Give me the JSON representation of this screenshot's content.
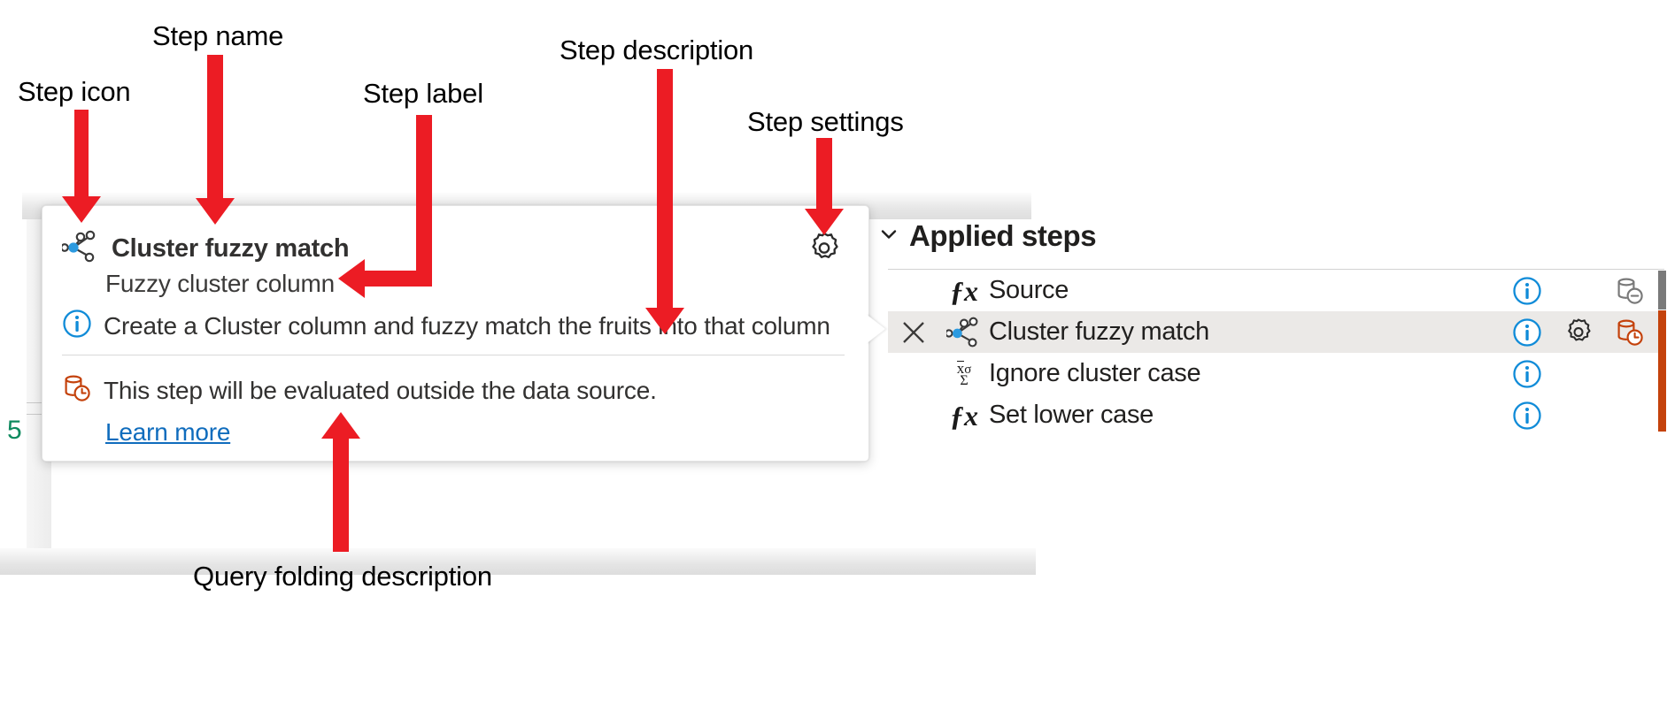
{
  "annotations": [
    {
      "id": "step-icon",
      "label": "Step icon"
    },
    {
      "id": "step-name",
      "label": "Step name"
    },
    {
      "id": "step-label",
      "label": "Step label"
    },
    {
      "id": "step-description",
      "label": "Step description"
    },
    {
      "id": "step-settings",
      "label": "Step settings"
    },
    {
      "id": "query-folding-description",
      "label": "Query folding description"
    }
  ],
  "callout": {
    "step_icon_name": "cluster-fuzzy-match-icon",
    "title": "Cluster fuzzy match",
    "sublabel": "Fuzzy cluster column",
    "description_icon": "info-icon",
    "description": "Create a Cluster column and fuzzy match the fruits into that column",
    "folding_icon": "database-clock-icon",
    "folding_text": "This step will be evaluated outside the data source.",
    "learn_more": "Learn more",
    "settings_icon": "gear-icon"
  },
  "applied_steps": {
    "chevron_icon": "chevron-down-icon",
    "title": "Applied steps",
    "rows": [
      {
        "icon": "fx-icon",
        "label": "Source",
        "selected": false,
        "has_delete": false,
        "has_info": true,
        "has_gear": false,
        "folding_icon": "database-minus-icon",
        "folding_state": "grey"
      },
      {
        "icon": "cluster-fuzzy-match-icon",
        "label": "Cluster fuzzy match",
        "selected": true,
        "has_delete": true,
        "has_info": true,
        "has_gear": true,
        "folding_icon": "database-clock-icon",
        "folding_state": "orange"
      },
      {
        "icon": "statistics-icon",
        "label": "Ignore cluster case",
        "selected": false,
        "has_delete": false,
        "has_info": true,
        "has_gear": false,
        "folding_icon": "",
        "folding_state": ""
      },
      {
        "icon": "fx-icon",
        "label": "Set lower case",
        "selected": false,
        "has_delete": false,
        "has_info": true,
        "has_gear": false,
        "folding_icon": "",
        "folding_state": ""
      }
    ]
  },
  "background": {
    "row_number": "5"
  },
  "colors": {
    "arrow_red": "#EC1C24",
    "info_blue": "#0f8bd8",
    "link_blue": "#0f6cbd",
    "folding_orange": "#c4420c",
    "folding_grey": "#7a7a7a",
    "selected_row": "#ebe9e7",
    "accent_node_blue": "#2b9ae0"
  }
}
